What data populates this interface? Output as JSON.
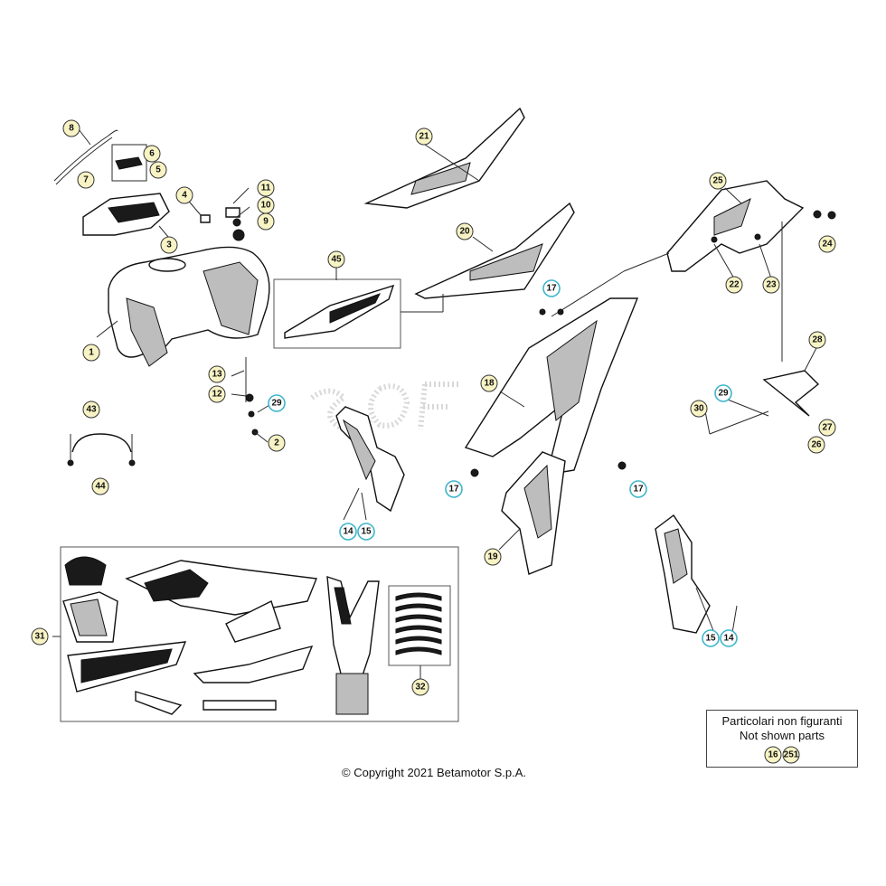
{
  "callouts": [
    {
      "label": "1",
      "style": "yellow"
    },
    {
      "label": "2",
      "style": "yellow"
    },
    {
      "label": "3",
      "style": "yellow"
    },
    {
      "label": "4",
      "style": "yellow"
    },
    {
      "label": "5",
      "style": "yellow"
    },
    {
      "label": "6",
      "style": "yellow"
    },
    {
      "label": "7",
      "style": "yellow"
    },
    {
      "label": "8",
      "style": "yellow"
    },
    {
      "label": "9",
      "style": "yellow"
    },
    {
      "label": "10",
      "style": "yellow"
    },
    {
      "label": "11",
      "style": "yellow"
    },
    {
      "label": "12",
      "style": "yellow"
    },
    {
      "label": "13",
      "style": "yellow"
    },
    {
      "label": "29",
      "style": "blue"
    },
    {
      "label": "43",
      "style": "yellow"
    },
    {
      "label": "44",
      "style": "yellow"
    },
    {
      "label": "45",
      "style": "yellow"
    },
    {
      "label": "21",
      "style": "yellow"
    },
    {
      "label": "20",
      "style": "yellow"
    },
    {
      "label": "14",
      "style": "blue"
    },
    {
      "label": "15",
      "style": "blue"
    },
    {
      "label": "17",
      "style": "blue"
    },
    {
      "label": "18",
      "style": "yellow"
    },
    {
      "label": "17",
      "style": "blue"
    },
    {
      "label": "17",
      "style": "blue"
    },
    {
      "label": "19",
      "style": "yellow"
    },
    {
      "label": "25",
      "style": "yellow"
    },
    {
      "label": "24",
      "style": "yellow"
    },
    {
      "label": "22",
      "style": "yellow"
    },
    {
      "label": "23",
      "style": "yellow"
    },
    {
      "label": "28",
      "style": "yellow"
    },
    {
      "label": "29",
      "style": "blue"
    },
    {
      "label": "30",
      "style": "yellow"
    },
    {
      "label": "27",
      "style": "yellow"
    },
    {
      "label": "26",
      "style": "yellow"
    },
    {
      "label": "15",
      "style": "blue"
    },
    {
      "label": "14",
      "style": "blue"
    },
    {
      "label": "31",
      "style": "yellow"
    },
    {
      "label": "32",
      "style": "yellow"
    },
    {
      "label": "16",
      "style": "yellow"
    },
    {
      "label": "251",
      "style": "yellow"
    }
  ],
  "note": {
    "line1": "Particolari non figuranti",
    "line2": "Not shown parts"
  },
  "copyright": "© Copyright 2021 Betamotor S.p.A.",
  "colors": {
    "callout_fill": "#f7f3c4",
    "callout_blue_stroke": "#3fb6c9"
  }
}
